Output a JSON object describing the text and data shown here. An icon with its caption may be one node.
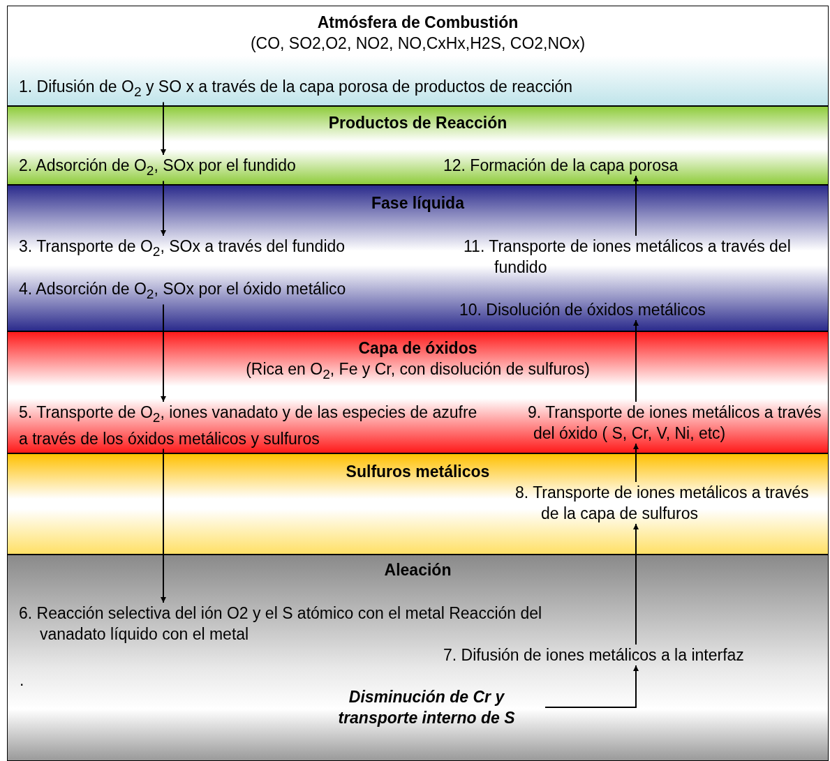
{
  "diagram": {
    "nodes": [
      {
        "text": [
          "Atmósfera de Combustión",
          "(CO, SO2,O2, NO2, NO,CxHx,H2S, CO2,NOx)"
        ]
      },
      {
        "text": [
          "1. Difusión de O$_{2}$ y SO x a través de la capa porosa de productos de reacción"
        ],
        "in": 0
      },
      {
        "text": [
          "Productos de Reacción"
        ]
      },
      {
        "text": [
          "2. Adsorción de O$_{2}$, SOx  por el fundido"
        ],
        "in": 2
      },
      {
        "text": [
          "12. Formación de la capa porosa"
        ],
        "in": 2
      },
      {
        "text": [
          "Fase líquida"
        ]
      },
      {
        "text": [
          "3. Transporte de O$_{2}$, SOx a través del fundido"
        ],
        "in": 5
      },
      {
        "text": [
          "11. Transporte de iones metálicos a través del fundido"
        ],
        "in": 5
      },
      {
        "text": [
          "4. Adsorción de O$_{2}$, SOx por el óxido metálico"
        ],
        "in": 5
      },
      {
        "text": [
          "10. Disolución de óxidos metálicos"
        ],
        "in": 5
      },
      {
        "text": [
          "Capa de óxidos",
          "(Rica en O$_{2}$, Fe y Cr, con disolución de sulfuros)"
        ]
      },
      {
        "text": [
          "5. Transporte de O$_{2}$, iones vanadato y de las especies de azufre a través de los óxidos metálicos y sulfuros"
        ],
        "in": 10
      },
      {
        "text": [
          "9. Transporte de iones metálicos a través del óxido ( S, Cr, V, Ni, etc)"
        ],
        "in": 10
      },
      {
        "text": [
          "Sulfuros metálicos"
        ]
      },
      {
        "text": [
          "8. Transporte de iones metálicos a través de la capa de sulfuros"
        ],
        "in": 13
      },
      {
        "text": [
          "Aleación"
        ]
      },
      {
        "text": [
          "6. Reacción selectiva del ión O2 y el S atómico con el metal Reacción del vanadato líquido con el metal"
        ],
        "in": 15
      },
      {
        "text": [
          "7. Difusión de iones metálicos a la interfaz"
        ],
        "in": 15
      },
      {
        "text": [
          "Disminución de Cr y transporte interno de S"
        ],
        "in": 15
      }
    ],
    "edges": [
      {
        "from": 1,
        "to": 3,
        "arrow": "to"
      },
      {
        "from": 3,
        "to": 6,
        "arrow": "to"
      },
      {
        "from": 8,
        "to": 11,
        "arrow": "to"
      },
      {
        "from": 11,
        "to": 16,
        "arrow": "to"
      },
      {
        "from": 18,
        "to": 17,
        "arrow": "to"
      },
      {
        "from": 17,
        "to": 14,
        "arrow": "to"
      },
      {
        "from": 14,
        "to": 12,
        "arrow": "to"
      },
      {
        "from": 12,
        "to": 9,
        "arrow": "to"
      },
      {
        "from": 7,
        "to": 4,
        "arrow": "to"
      }
    ],
    "labels": [
      "."
    ]
  }
}
